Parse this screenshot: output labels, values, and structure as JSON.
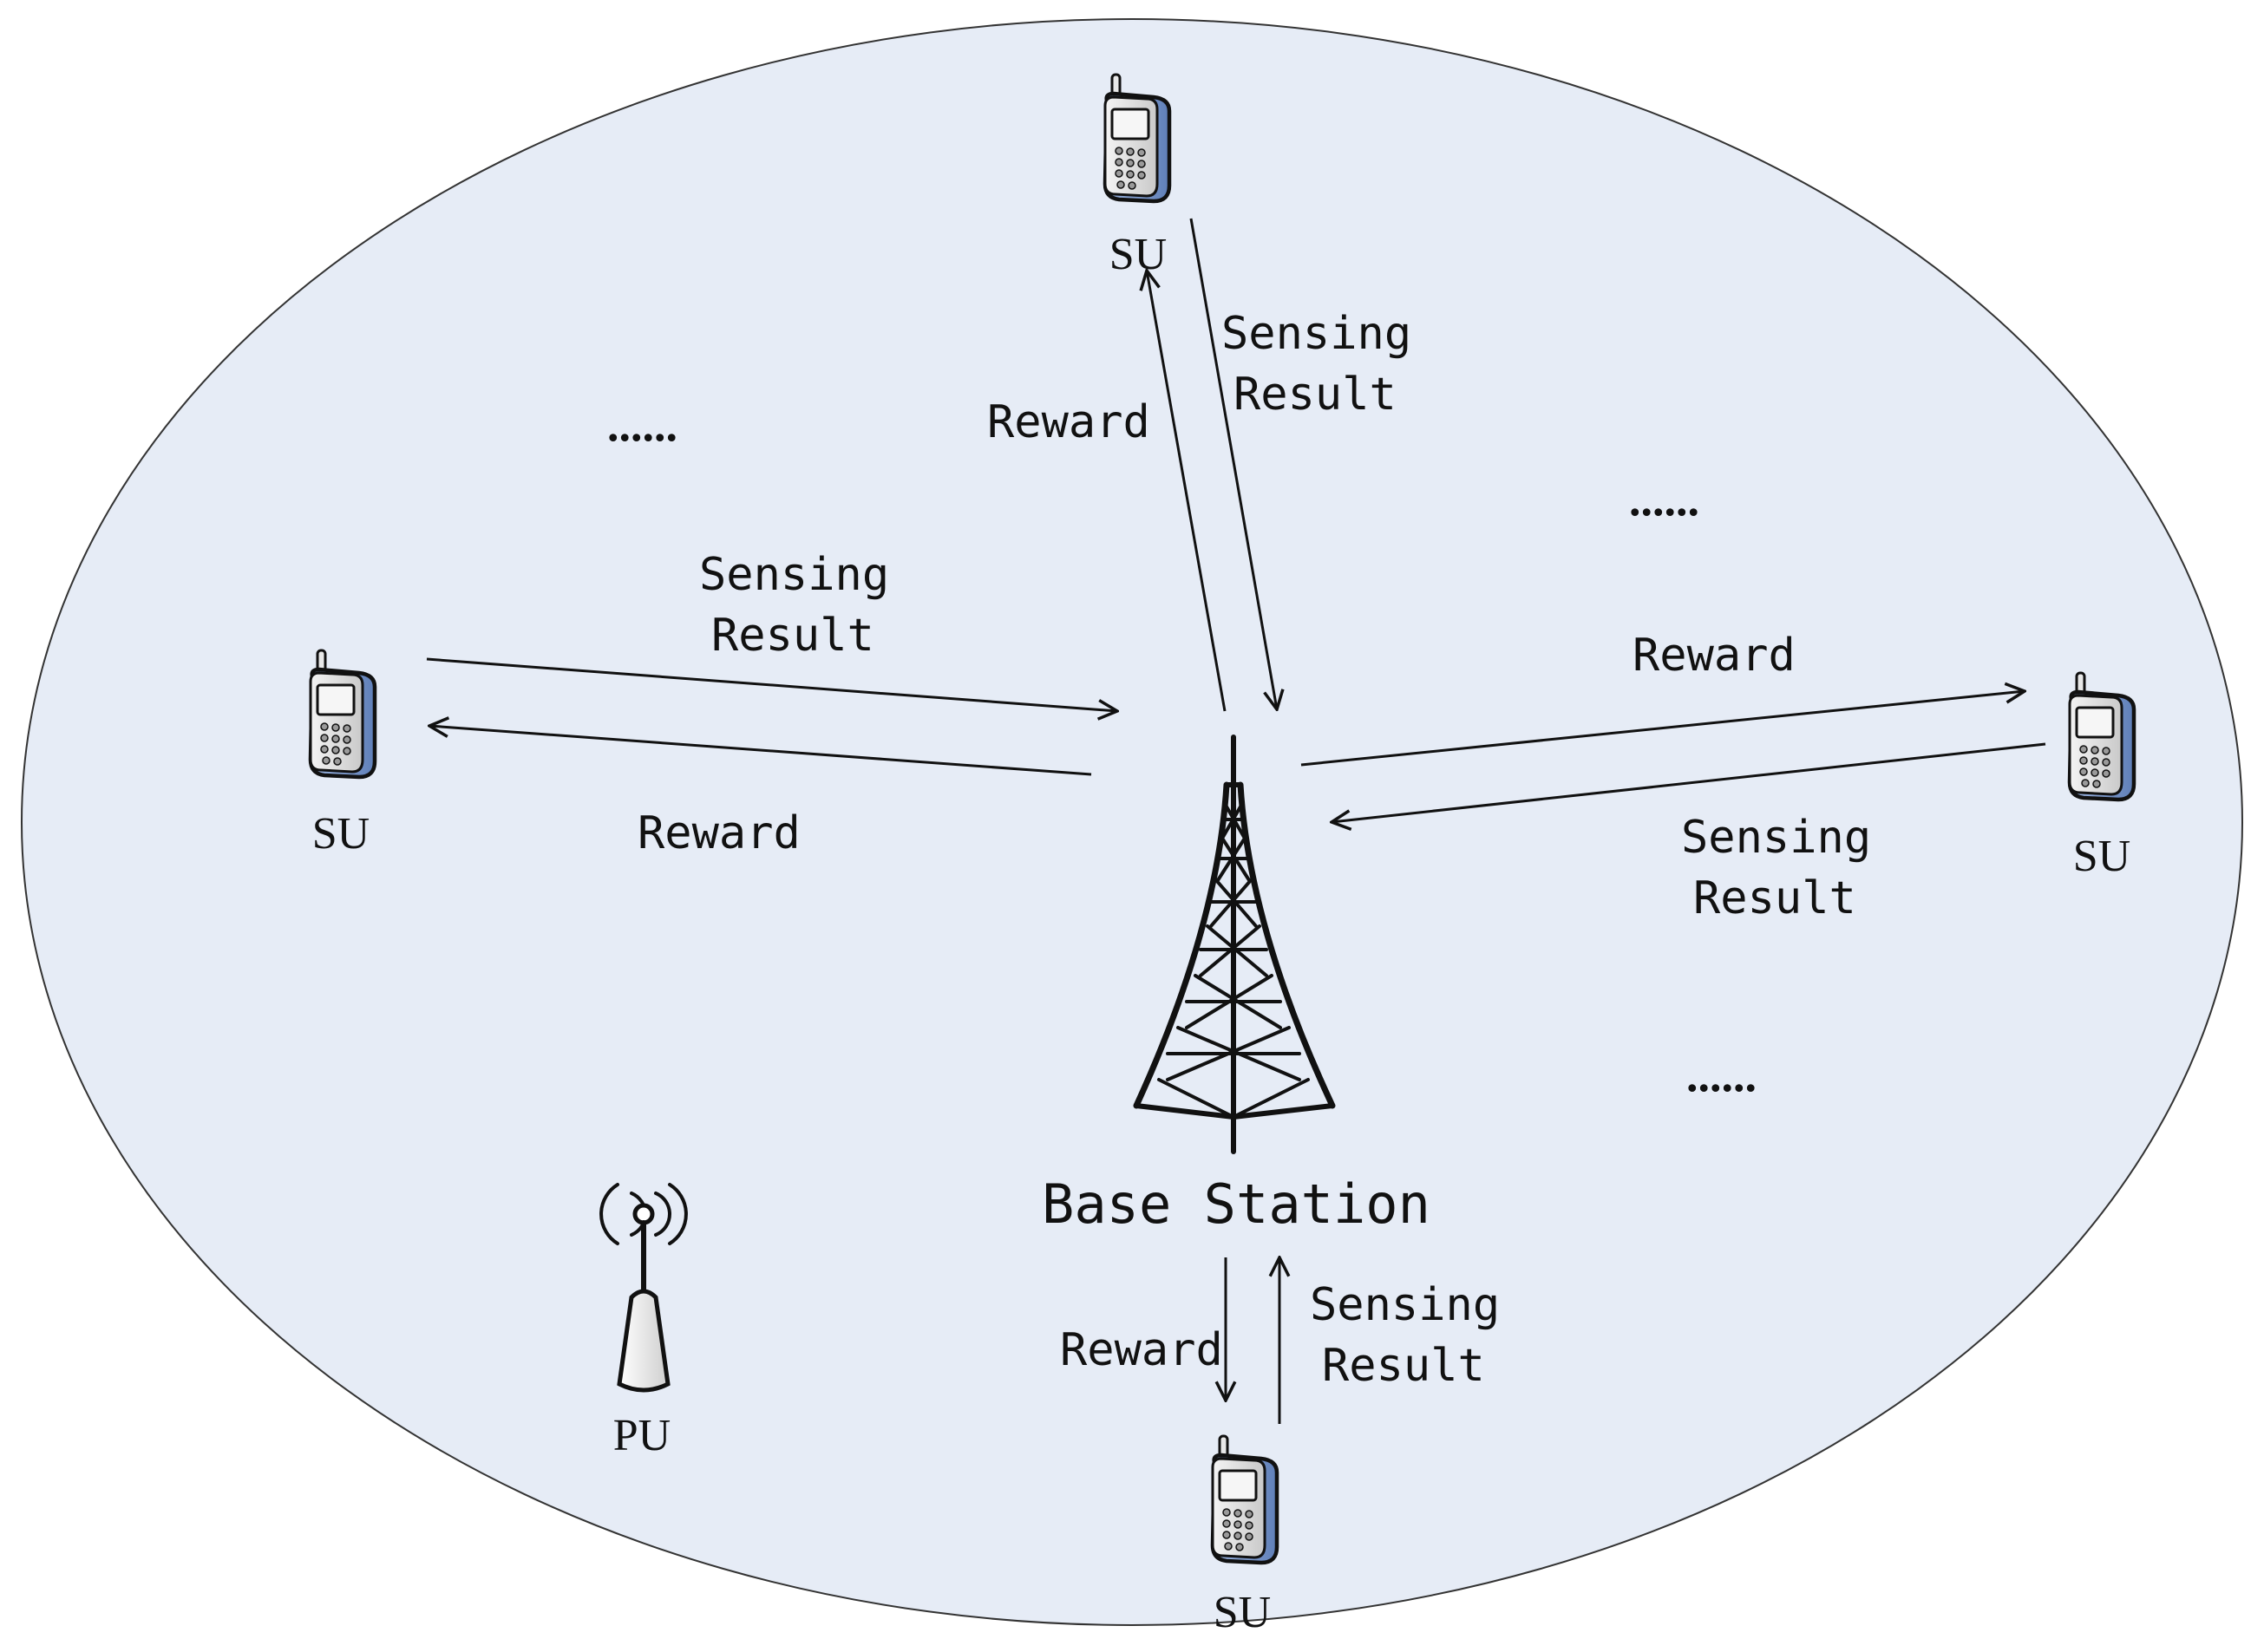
{
  "diagram": {
    "base_station_label": "Base Station",
    "pu_label": "PU",
    "su_label": "SU",
    "links": {
      "top": {
        "reward": "Reward",
        "sensing_line1": "Sensing",
        "sensing_line2": "Result"
      },
      "left": {
        "reward": "Reward",
        "sensing_line1": "Sensing",
        "sensing_line2": "Result"
      },
      "right": {
        "reward": "Reward",
        "sensing_line1": "Sensing",
        "sensing_line2": "Result"
      },
      "bottom": {
        "reward": "Reward",
        "sensing_line1": "Sensing",
        "sensing_line2": "Result"
      }
    },
    "ellipsis": "......",
    "colors": {
      "cell_fill": "#e6ecf6",
      "cell_stroke": "#333333",
      "phone_accent": "#7f9fd0"
    }
  }
}
